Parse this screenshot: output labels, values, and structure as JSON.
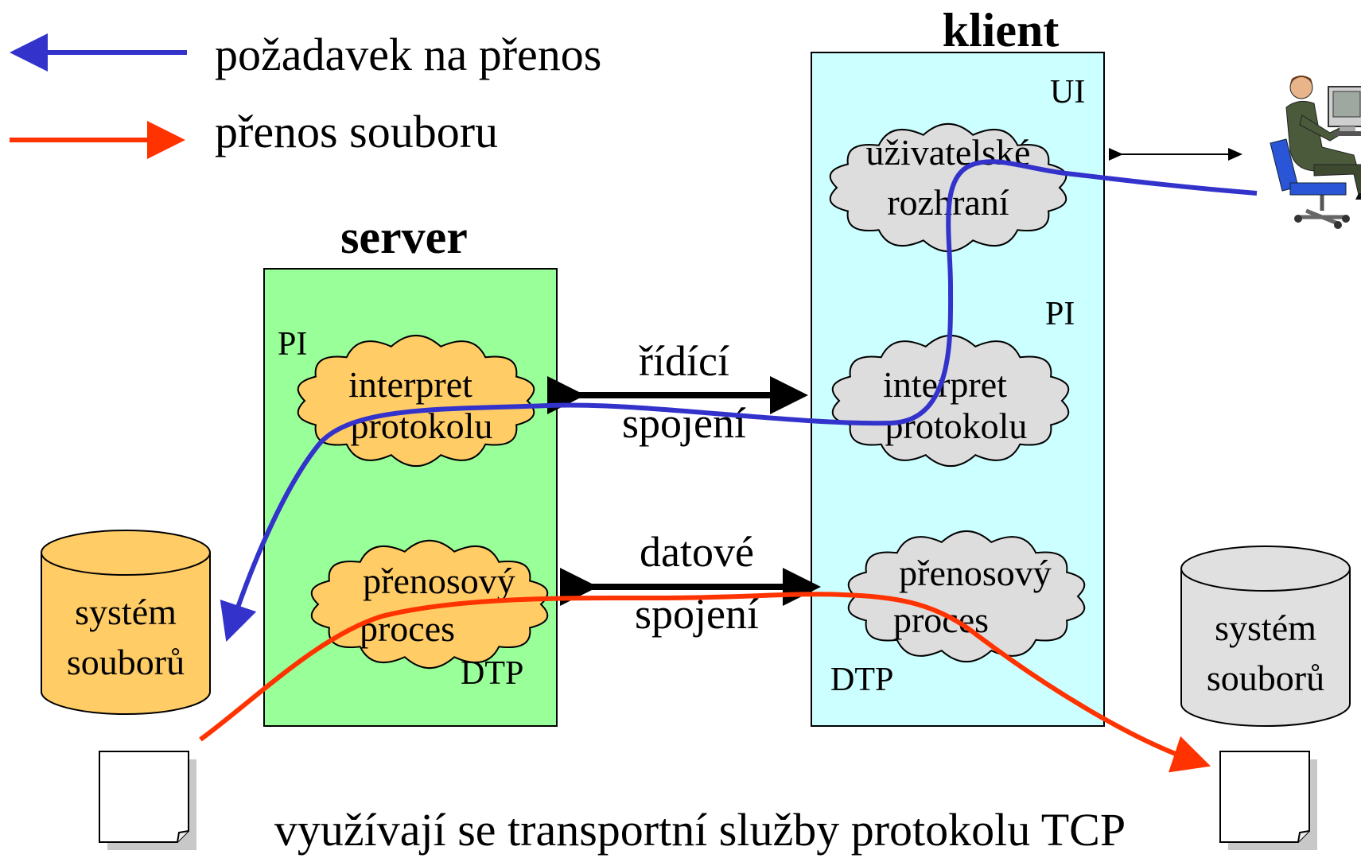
{
  "legend": {
    "request_label": "požadavek na přenos",
    "transfer_label": "přenos souboru"
  },
  "server": {
    "title": "server",
    "pi_tag": "PI",
    "dtp_tag": "DTP",
    "pi_cloud": [
      "interpret",
      "protokolu"
    ],
    "dtp_cloud": [
      "přenosový",
      "proces"
    ]
  },
  "client": {
    "title": "klient",
    "ui_tag": "UI",
    "pi_tag": "PI",
    "dtp_tag": "DTP",
    "ui_cloud": [
      "uživatelské",
      "rozhraní"
    ],
    "pi_cloud": [
      "interpret",
      "protokolu"
    ],
    "dtp_cloud": [
      "přenosový",
      "proces"
    ]
  },
  "connections": {
    "control": [
      "řídící",
      "spojení"
    ],
    "data": [
      "datové",
      "spojení"
    ]
  },
  "filesystems": {
    "server": [
      "systém",
      "souborů"
    ],
    "client": [
      "systém",
      "souborů"
    ]
  },
  "footer": "využívají se transportní služby protokolu TCP",
  "colors": {
    "request_line": "#3333cc",
    "transfer_line": "#ff3300",
    "server_box": "#99ff99",
    "client_box": "#ccffff",
    "server_cloud": "#ffcc66",
    "client_cloud": "#dddddd",
    "server_db": "#ffcc66",
    "client_db": "#e0e0e0"
  },
  "icons": [
    "user-at-computer-icon",
    "document-icon"
  ]
}
